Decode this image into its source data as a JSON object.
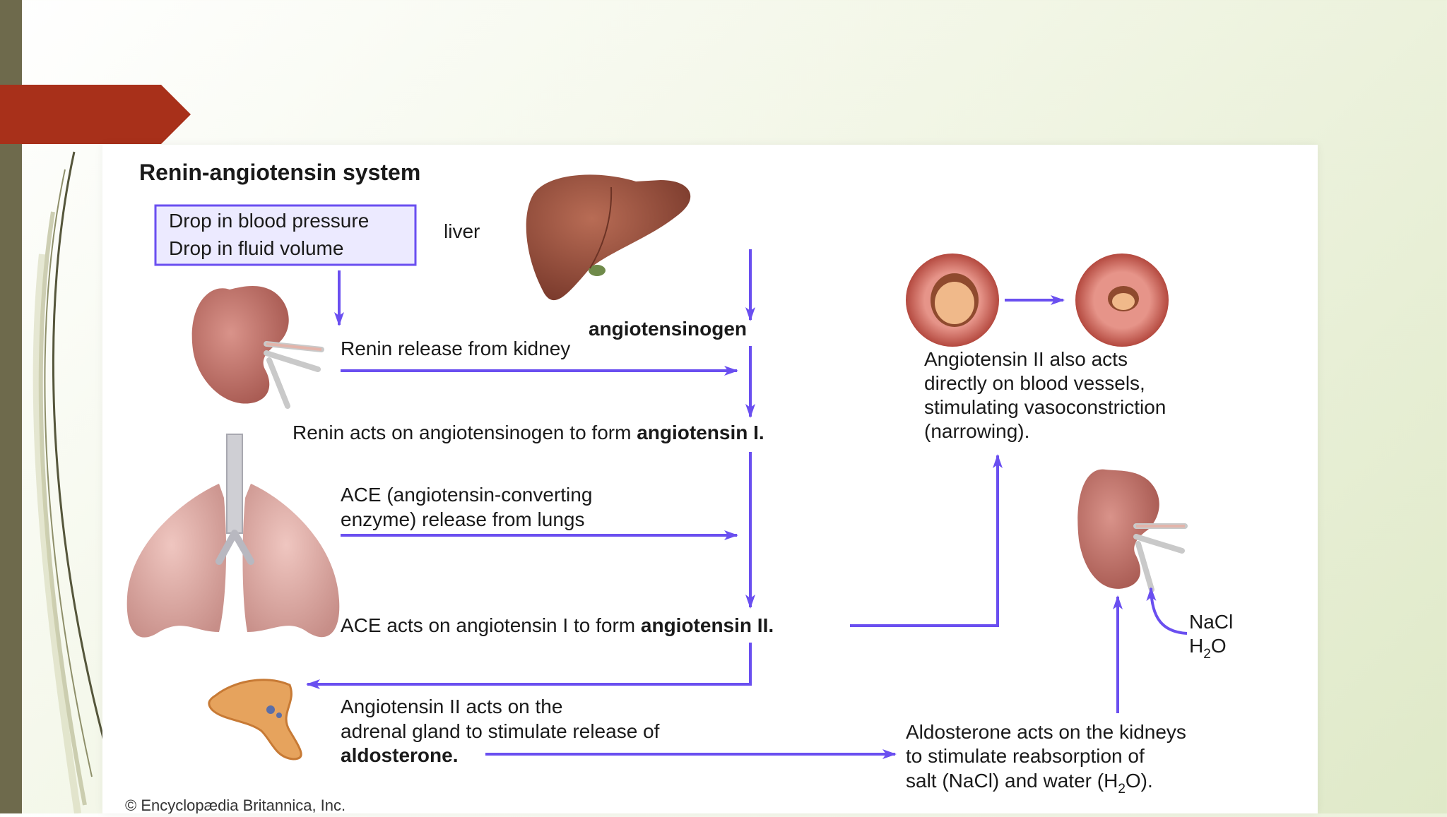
{
  "title": "Renin-angiotensin system",
  "trigger": {
    "line1": "Drop in blood pressure",
    "line2": "Drop in fluid volume"
  },
  "organs": {
    "liver": "liver"
  },
  "steps": {
    "angiotensinogen": "angiotensinogen",
    "renin_release": "Renin release from kidney",
    "renin_acts_prefix": "Renin acts on angiotensinogen to form ",
    "renin_acts_bold": "angiotensin I.",
    "ace_release_line1": "ACE (angiotensin-converting",
    "ace_release_line2": "enzyme) release from lungs",
    "ace_acts_prefix": "ACE acts on angiotensin I to form ",
    "ace_acts_bold": "angiotensin II.",
    "adrenal_line1": "Angiotensin II acts on the",
    "adrenal_line2": "adrenal gland to stimulate release of",
    "adrenal_bold": "aldosterone."
  },
  "vessels": {
    "line1": "Angiotensin II also acts",
    "line2": "directly on blood vessels,",
    "line3": "stimulating vasoconstriction",
    "line4": "(narrowing)."
  },
  "reabsorption": {
    "line1": "Aldosterone acts on the kidneys",
    "line2": "to stimulate reabsorption of",
    "line3_prefix": "salt (NaCl) and water (H",
    "line3_sub": "2",
    "line3_suffix": "O)."
  },
  "solutes": {
    "nacl": "NaCl",
    "water_prefix": "H",
    "water_sub": "2",
    "water_suffix": "O"
  },
  "credit": "© Encyclopædia Britannica, Inc.",
  "colors": {
    "arrow": "#6a4ff0",
    "banner": "#a8301a",
    "side_bar": "#6e6a4c"
  }
}
